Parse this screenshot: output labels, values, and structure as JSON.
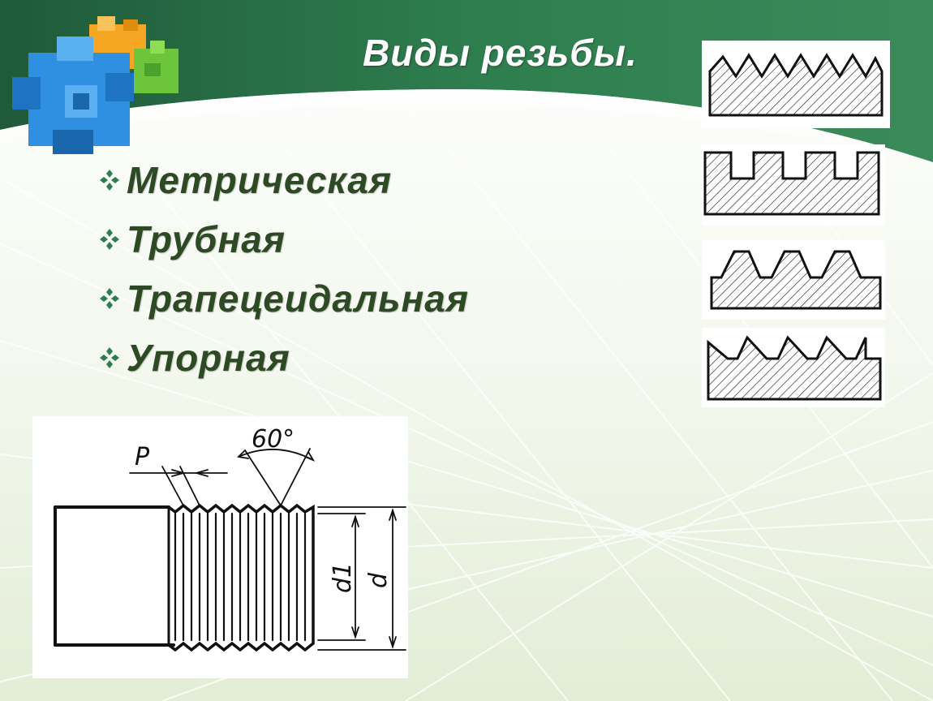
{
  "slide": {
    "title": "Виды резьбы.",
    "bullets": [
      {
        "label": "Метрическая"
      },
      {
        "label": "Трубная"
      },
      {
        "label": "Трапецеидальная"
      },
      {
        "label": "Упорная"
      }
    ],
    "bullet_icon": "four-diamond-bullet-icon"
  },
  "bolt_drawing": {
    "pitch_label": "P",
    "angle_label": "60°",
    "minor_diameter_label": "d1",
    "major_diameter_label": "d"
  },
  "colors": {
    "header_green": "#2e7d4f",
    "header_dark": "#1f5a3a",
    "text_dark_green": "#2d4a25",
    "bullet_green": "#2e7d4f"
  }
}
